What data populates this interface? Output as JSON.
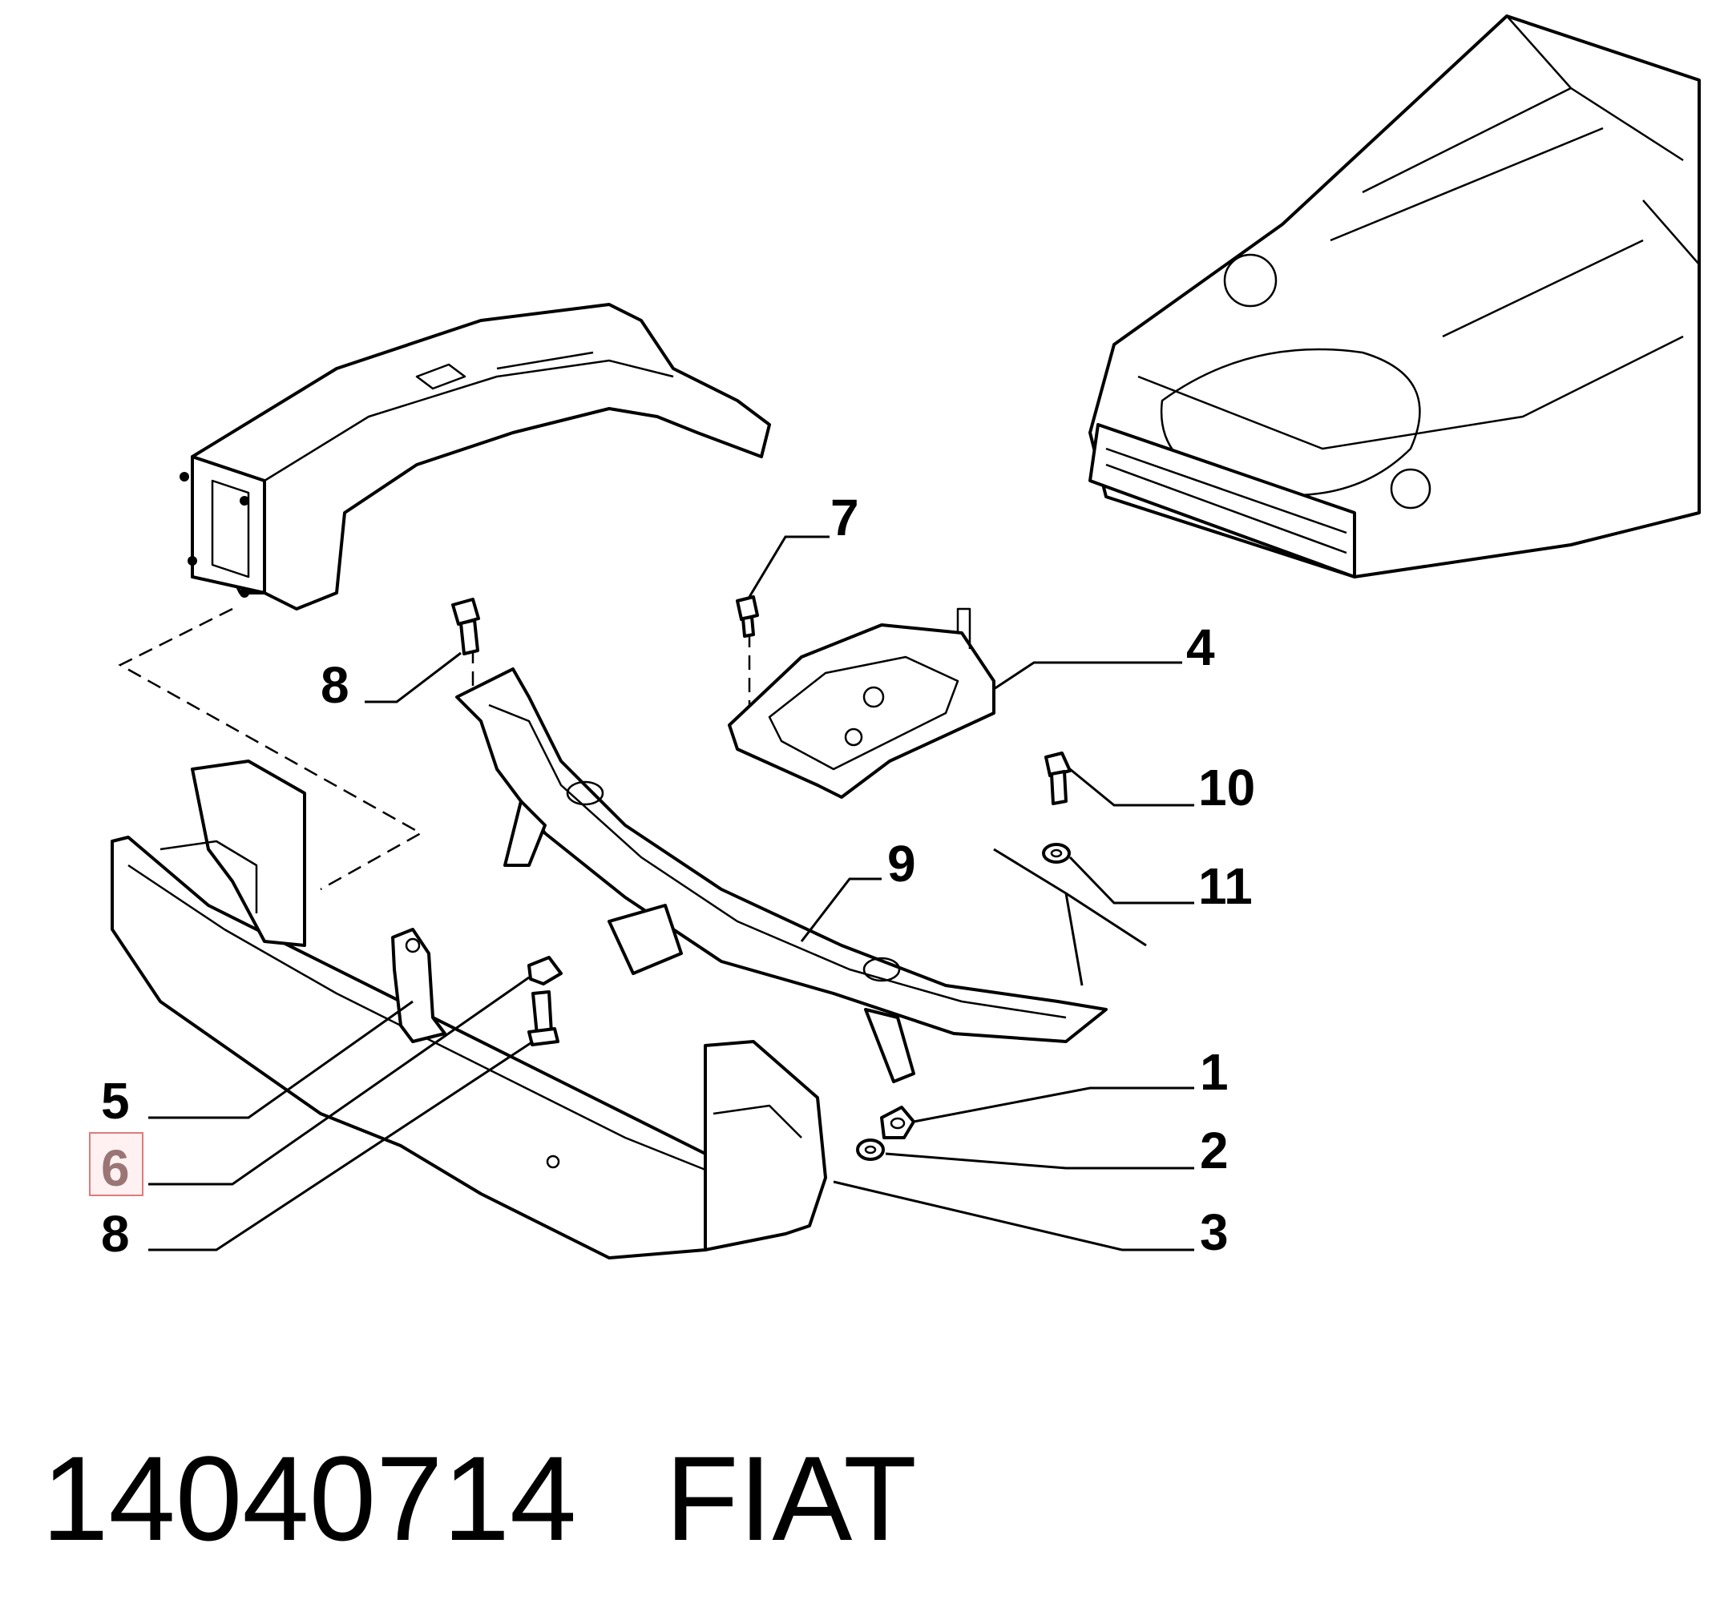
{
  "callouts": {
    "c1": "1",
    "c2": "2",
    "c3": "3",
    "c4": "4",
    "c5": "5",
    "c6": "6",
    "c7": "7",
    "c8a": "8",
    "c8b": "8",
    "c9": "9",
    "c10": "10",
    "c11": "11"
  },
  "highlighted_callout": "6",
  "highlight_color": "#e07a7a",
  "footer": {
    "part_number": "14040714",
    "brand": "FIAT"
  }
}
